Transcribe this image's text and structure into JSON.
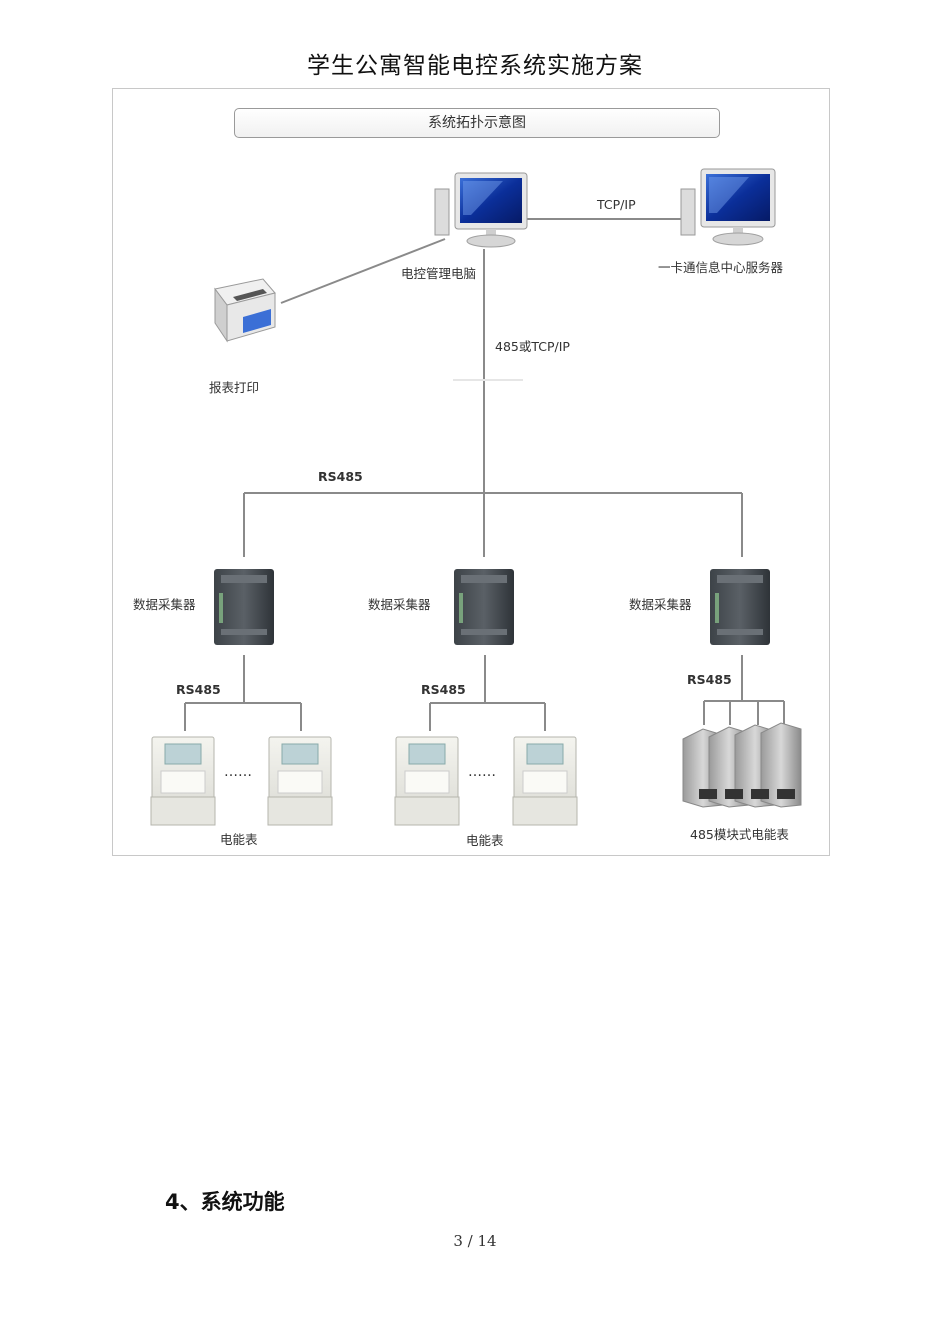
{
  "document": {
    "title": "学生公寓智能电控系统实施方案",
    "section_heading": "4、系统功能",
    "page_number": "3 / 14"
  },
  "diagram": {
    "banner": "系统拓扑示意图",
    "management_pc": "电控管理电脑",
    "server": "一卡通信息中心服务器",
    "printer": "报表打印",
    "link_tcpip": "TCP/IP",
    "link_485_or_tcpip": "485或TCP/IP",
    "bus_rs485": "RS485",
    "collector_1": "数据采集器",
    "collector_2": "数据采集器",
    "collector_3": "数据采集器",
    "rs485_1": "RS485",
    "rs485_2": "RS485",
    "rs485_3": "RS485",
    "meter_group_1": "电能表",
    "meter_group_2": "电能表",
    "module_meters": "485模块式电能表",
    "ellipsis": "……"
  }
}
